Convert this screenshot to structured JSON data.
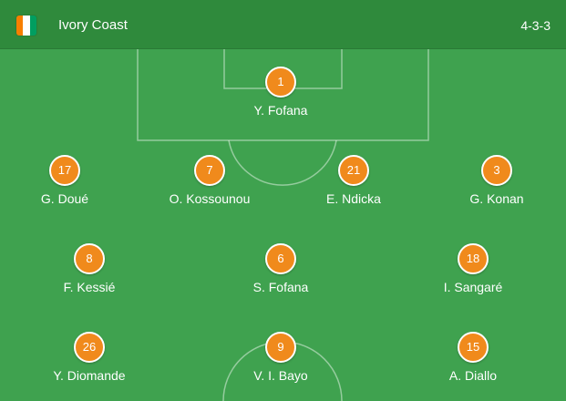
{
  "header": {
    "team_name": "Ivory Coast",
    "formation": "4-3-3",
    "flag_colors": [
      "#f77f00",
      "#ffffff",
      "#009e60"
    ]
  },
  "colors": {
    "pitch": "#3fa24f",
    "header": "#2f8a3c",
    "badge": "#f08a1c"
  },
  "players": [
    {
      "number": "1",
      "name": "Y. Fofana"
    },
    {
      "number": "17",
      "name": "G. Doué"
    },
    {
      "number": "7",
      "name": "O. Kossounou"
    },
    {
      "number": "21",
      "name": "E. Ndicka"
    },
    {
      "number": "3",
      "name": "G. Konan"
    },
    {
      "number": "8",
      "name": "F. Kessié"
    },
    {
      "number": "6",
      "name": "S. Fofana"
    },
    {
      "number": "18",
      "name": "I. Sangaré"
    },
    {
      "number": "26",
      "name": "Y. Diomande"
    },
    {
      "number": "9",
      "name": "V. I. Bayo"
    },
    {
      "number": "15",
      "name": "A. Diallo"
    }
  ]
}
